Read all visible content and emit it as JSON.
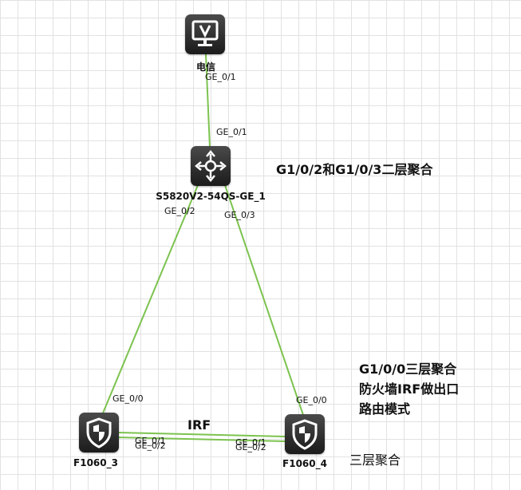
{
  "nodes": {
    "telecom": {
      "label": "电信"
    },
    "switch": {
      "label": "S5820V2-54QS-GE_1"
    },
    "fw3": {
      "label": "F1060_3"
    },
    "fw4": {
      "label": "F1060_4"
    }
  },
  "ports": {
    "telecom_down": "GE_0/1",
    "switch_up": "GE_0/1",
    "switch_left": "GE_0/2",
    "switch_right": "GE_0/3",
    "fw3_up": "GE_0/0",
    "fw4_up": "GE_0/0",
    "fw3_irf_1": "GE_0/1",
    "fw3_irf_2": "GE_0/2",
    "fw4_irf_1": "GE_0/1",
    "fw4_irf_2": "GE_0/2"
  },
  "links": {
    "irf_label": "IRF"
  },
  "notes": {
    "switch_aggregation": "G1/0/2和G1/0/3二层聚合",
    "firewall_line1": "G1/0/0三层聚合",
    "firewall_line2": "防火墙IRF做出口",
    "firewall_line3": "路由模式",
    "irf_aggregation": "三层聚合"
  },
  "colors": {
    "link": "#7cc34f",
    "icon_bg": "#2d2d2d",
    "grid": "#e2e2e2"
  },
  "icons": {
    "telecom": "monitor-icon",
    "switch": "layer3-switch-icon",
    "fw3": "firewall-shield-icon",
    "fw4": "firewall-shield-icon"
  }
}
